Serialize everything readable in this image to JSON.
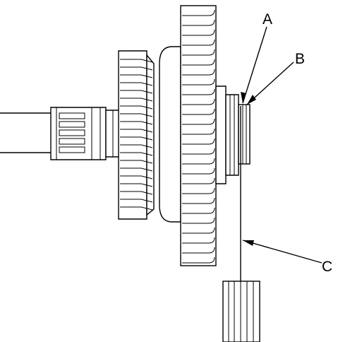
{
  "diagram": {
    "callouts": [
      {
        "id": "A",
        "label": "A"
      },
      {
        "id": "B",
        "label": "B"
      },
      {
        "id": "C",
        "label": "C"
      }
    ],
    "ink_color": "#000000",
    "background_color": "#ffffff"
  }
}
